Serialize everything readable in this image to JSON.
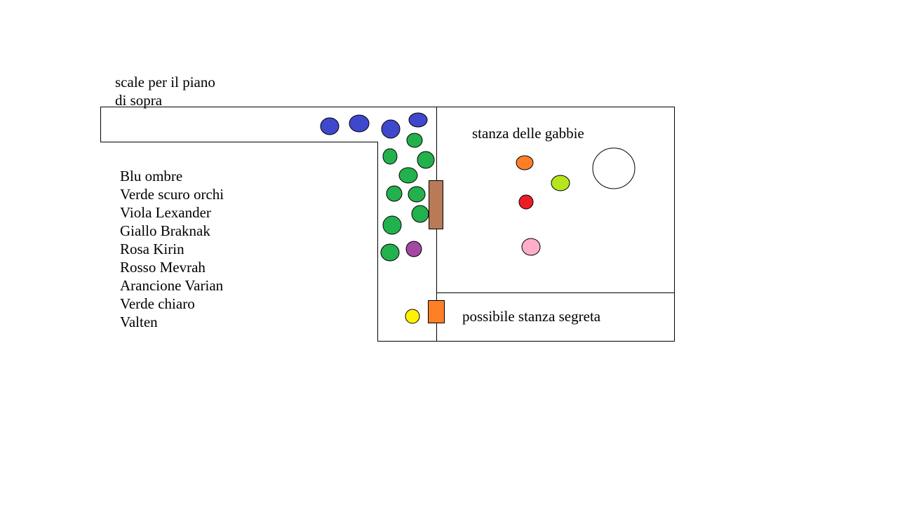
{
  "labels": {
    "stairs_line1": "scale per il piano",
    "stairs_line2": "di sopra",
    "cage_room": "stanza delle gabbie",
    "secret_room": "possibile stanza segreta"
  },
  "legend": [
    "Blu ombre",
    "Verde scuro orchi",
    "Viola Lexander",
    "Giallo Braknak",
    "Rosa Kirin",
    "Rosso Mevrah",
    "Arancione Varian",
    "Verde chiaro",
    "Valten"
  ],
  "colors": {
    "blue": "#3f48cc",
    "dark_green": "#22b14c",
    "purple": "#a349a4",
    "yellow": "#fff200",
    "pink": "#ffaec9",
    "red": "#ed1c24",
    "orange": "#ff7f27",
    "light_green": "#b5e61d",
    "brown_door": "#b97a57",
    "orange_door": "#ff7f27"
  },
  "tokens": [
    {
      "name": "blue-token",
      "color": "blue",
      "count": 4
    },
    {
      "name": "dark-green-token",
      "color": "dark_green",
      "count": 9
    },
    {
      "name": "purple-token",
      "color": "purple",
      "count": 1
    },
    {
      "name": "yellow-token",
      "color": "yellow",
      "count": 1
    },
    {
      "name": "orange-token",
      "color": "orange",
      "count": 1
    },
    {
      "name": "light-green-token",
      "color": "light_green",
      "count": 1
    },
    {
      "name": "red-token",
      "color": "red",
      "count": 1
    },
    {
      "name": "pink-token",
      "color": "pink",
      "count": 1
    }
  ]
}
